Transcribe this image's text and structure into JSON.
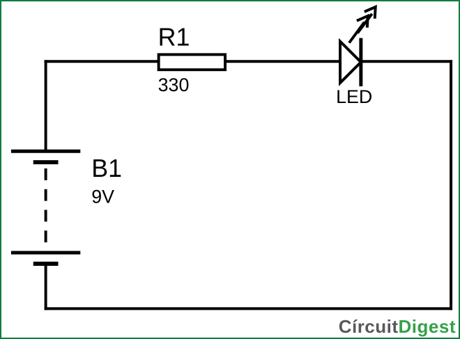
{
  "diagram": {
    "kind": "circuit-schematic",
    "components": {
      "resistor": {
        "designator": "R1",
        "value": "330"
      },
      "battery": {
        "designator": "B1",
        "value": "9V"
      },
      "led": {
        "label": "LED"
      }
    }
  },
  "branding": {
    "logo_text_gray": "Círcuit",
    "logo_text_green": "Digest"
  },
  "colors": {
    "frame_border_green": "#0f7d3f",
    "schematic_line": "#000000",
    "background": "#ffffff",
    "logo_gray": "#58595b",
    "logo_green": "#35a14b"
  }
}
